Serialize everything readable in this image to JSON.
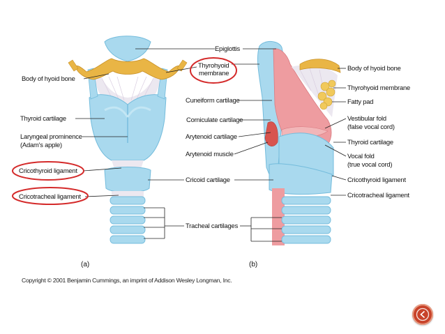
{
  "figure": {
    "panel_a_labels": {
      "epiglottis": "Epiglottis",
      "thyrohyoid_membrane_line1": "Thyrohyoid",
      "thyrohyoid_membrane_line2": "membrane",
      "body_of_hyoid_bone": "Body of hyoid bone",
      "thyroid_cartilage": "Thyroid cartilage",
      "laryngeal_prominence_line1": "Laryngeal prominence",
      "laryngeal_prominence_line2": "(Adam's apple)",
      "cricothyroid_ligament": "Cricothyroid ligament",
      "cricotracheal_ligament": "Cricotracheal ligament"
    },
    "center_labels": {
      "cuneiform_cartilage": "Cuneiform cartilage",
      "corniculate_cartilage": "Corniculate cartilage",
      "arytenoid_cartilage": "Arytenoid cartilage",
      "arytenoid_muscle": "Arytenoid muscle",
      "cricoid_cartilage": "Cricoid cartilage",
      "tracheal_cartilages": "Tracheal cartilages"
    },
    "panel_b_labels": {
      "body_of_hyoid_bone": "Body of hyoid bone",
      "thyrohyoid_membrane": "Thyrohyoid membrane",
      "fatty_pad": "Fatty pad",
      "vestibular_fold_line1": "Vestibular fold",
      "vestibular_fold_line2": "(false vocal cord)",
      "thyroid_cartilage": "Thyroid cartilage",
      "vocal_fold_line1": "Vocal fold",
      "vocal_fold_line2": "(true vocal cord)",
      "cricothyroid_ligament": "Cricothyroid ligament",
      "cricotracheal_ligament": "Cricotracheal ligament"
    },
    "panel_a_caption": "(a)",
    "panel_b_caption": "(b)",
    "copyright": "Copyright © 2001 Benjamin Cummings, an imprint of Addison Wesley Longman, Inc.",
    "colors": {
      "cartilage_blue": "#a9d9ee",
      "cartilage_dark": "#74bcdc",
      "hyoid_bone": "#e9b545",
      "membrane": "#ece8f0",
      "mucosa_pink": "#ee9ca0",
      "muscle_red": "#d8544e",
      "highlight_circle": "#d42a2a",
      "nav_button": "#c8432a"
    }
  },
  "nav": {
    "icon": "arrow-left-icon"
  }
}
